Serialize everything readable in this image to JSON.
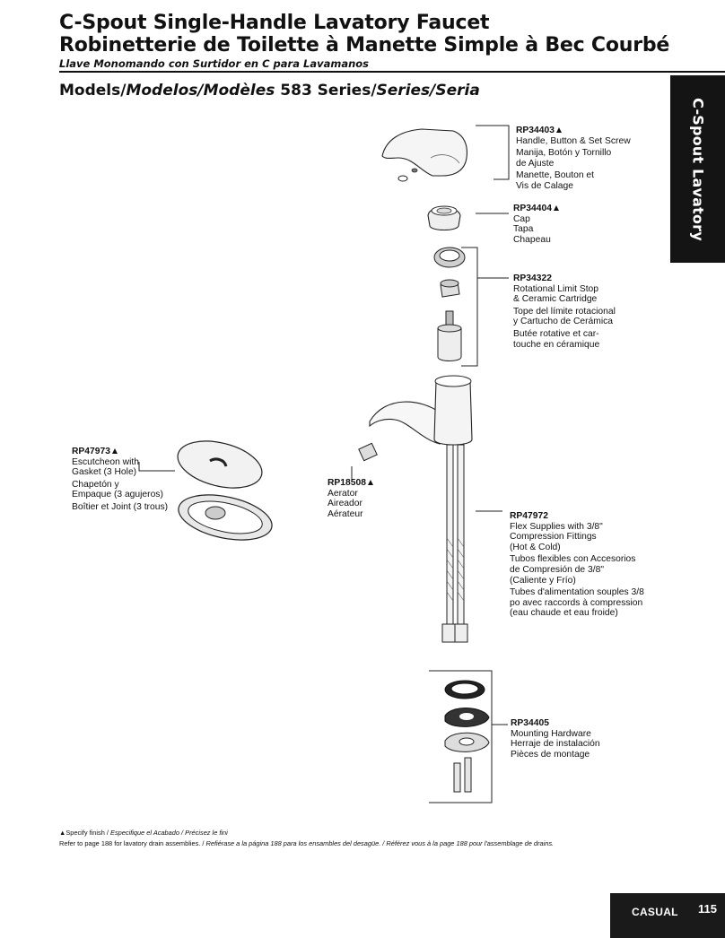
{
  "header": {
    "title_en": "C-Spout Single-Handle Lavatory Faucet",
    "title_fr": "Robinetterie de Toilette à Manette Simple à Bec Courbé",
    "title_es": "Llave Monomando con Surtidor en C para Lavamanos"
  },
  "models": {
    "models_label": "Models/",
    "modelos_label": "Modelos/Modèles",
    "series_number": "583 Series/",
    "series_es_fr": "Series/Seria"
  },
  "side_tab": {
    "label": "C-Spout Lavatory"
  },
  "callouts": [
    {
      "part": "RP34403▲",
      "lines": [
        "Handle, Button & Set Screw",
        "Manija, Botón y Tornillo\nde Ajuste",
        "Manette, Bouton et\nVis de Calage"
      ]
    },
    {
      "part": "RP34404▲",
      "lines": [
        "Cap\nTapa\nChapeau"
      ]
    },
    {
      "part": "RP34322",
      "lines": [
        "Rotational Limit Stop\n& Ceramic Cartridge",
        "Tope del límite rotacional\ny Cartucho de Cerámica",
        "Butée rotative et car-\ntouche en céramique"
      ]
    },
    {
      "part": "RP47973▲",
      "lines": [
        "Escutcheon with\nGasket (3 Hole)",
        "Chapetón y\nEmpaque (3 agujeros)",
        "Boîtier et Joint (3 trous)"
      ]
    },
    {
      "part": "RP18508▲",
      "lines": [
        "Aerator\nAireador\nAérateur"
      ]
    },
    {
      "part": "RP47972",
      "lines": [
        "Flex Supplies with 3/8\"\nCompression Fittings\n(Hot & Cold)",
        "Tubos flexibles con Accesorios\nde Compresión de 3/8\"\n(Caliente y Frío)",
        "Tubes d'alimentation souples 3/8\npo avec raccords à compression\n(eau chaude et eau froide)"
      ]
    },
    {
      "part": "RP34405",
      "lines": [
        "Mounting Hardware\nHerraje de instalación\nPièces de montage"
      ]
    }
  ],
  "footnotes": {
    "finish_en": "▲Specify finish / ",
    "finish_es_fr": "Especifique el Acabado  / Précisez le fini",
    "drain_en": "Refer to page 188 for lavatory drain assemblies. / ",
    "drain_es_fr": "Refiérase a la página 188 para los ensambles del desagüe. / Référez vous à la page 188 pour l'assemblage de drains."
  },
  "footer": {
    "section": "CASUAL",
    "page_number": "115"
  },
  "icons": [
    "faucet-handle-icon",
    "cap-icon",
    "limit-stop-ring-icon",
    "cartridge-icon",
    "escutcheon-icon",
    "gasket-icon",
    "aerator-icon",
    "faucet-body-icon",
    "supply-hose-icon",
    "mounting-washer-icon",
    "mounting-bracket-icon",
    "mounting-nut-icon",
    "mounting-bolt-icon"
  ]
}
